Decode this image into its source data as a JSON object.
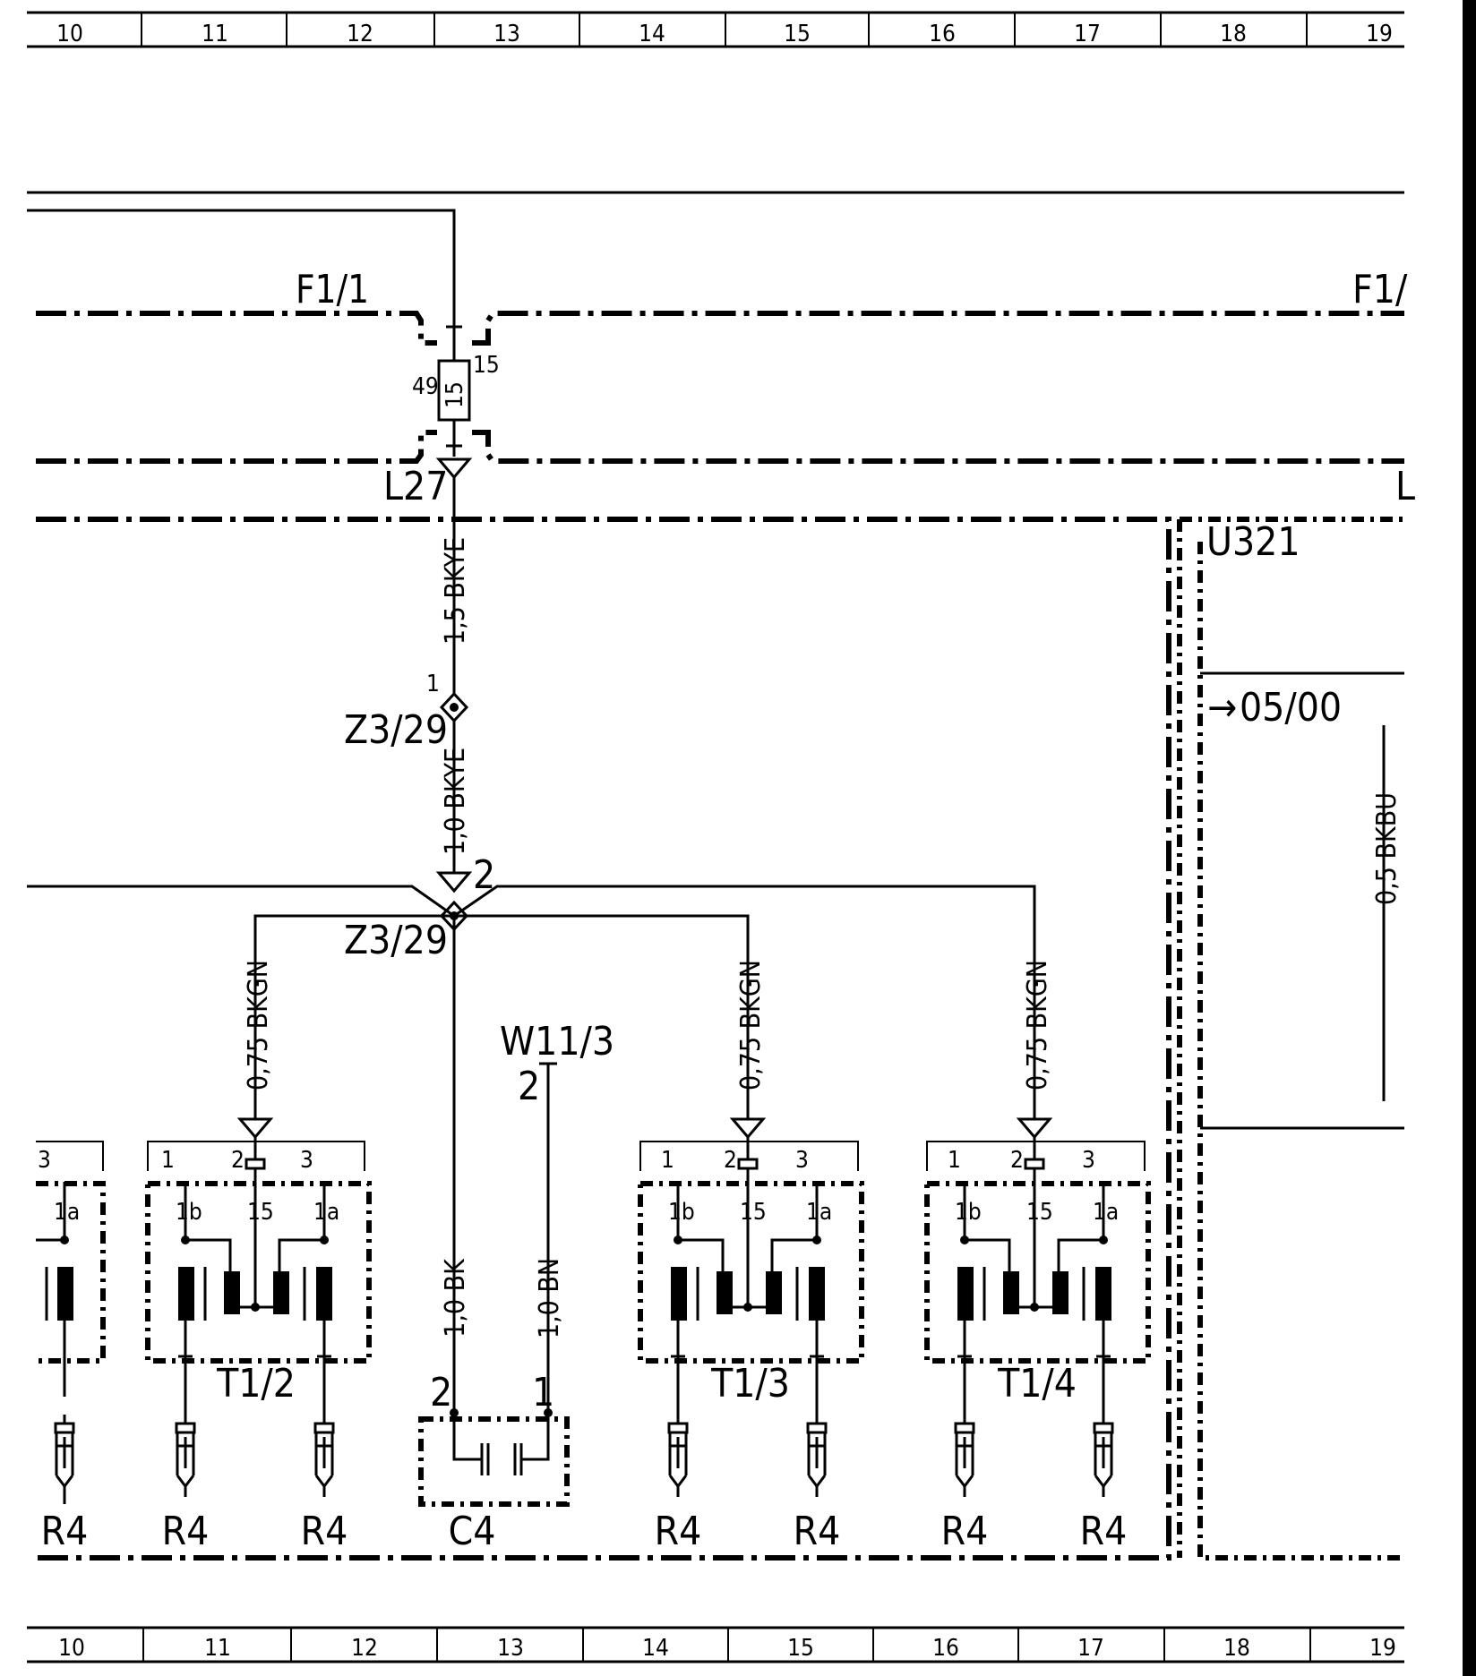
{
  "grid": {
    "columns": [
      "10",
      "11",
      "12",
      "13",
      "14",
      "15",
      "16",
      "17",
      "18",
      "19"
    ]
  },
  "components": {
    "fuse_box_left": "F1/1",
    "fuse_box_right": "F1/",
    "fuse_terminal_in": "49",
    "fuse_rating": "15",
    "fuse_terminal_out": "15",
    "ground_point": "L27",
    "ground_point_right": "L",
    "module": "U321",
    "module_ref": "05/00",
    "splice_top": "Z3/29",
    "splice_bottom": "Z3/29",
    "splice_top_pin": "1",
    "splice_bottom_pin": "2",
    "connector": "W11/3",
    "connector_pin": "2",
    "capacitor": "C4",
    "capacitor_pin_left": "2",
    "capacitor_pin_right": "1",
    "coil_pin_1": "1",
    "coil_pin_2": "2",
    "coil_pin_3": "3",
    "coil_term_1b": "1b",
    "coil_term_15": "15",
    "coil_term_1a": "1a",
    "coils": [
      "T1/2",
      "T1/3",
      "T1/4"
    ],
    "spark_plug": "R4"
  },
  "wires": {
    "fuse_to_splice": "1,5 BKYE",
    "splice_to_splice": "1,0 BKYE",
    "coil_feed": "0,75 BKGN",
    "capacitor_ground": "1,0 BK",
    "capacitor_feed": "1,0 BN",
    "module_wire": "0,5 BKBU"
  }
}
